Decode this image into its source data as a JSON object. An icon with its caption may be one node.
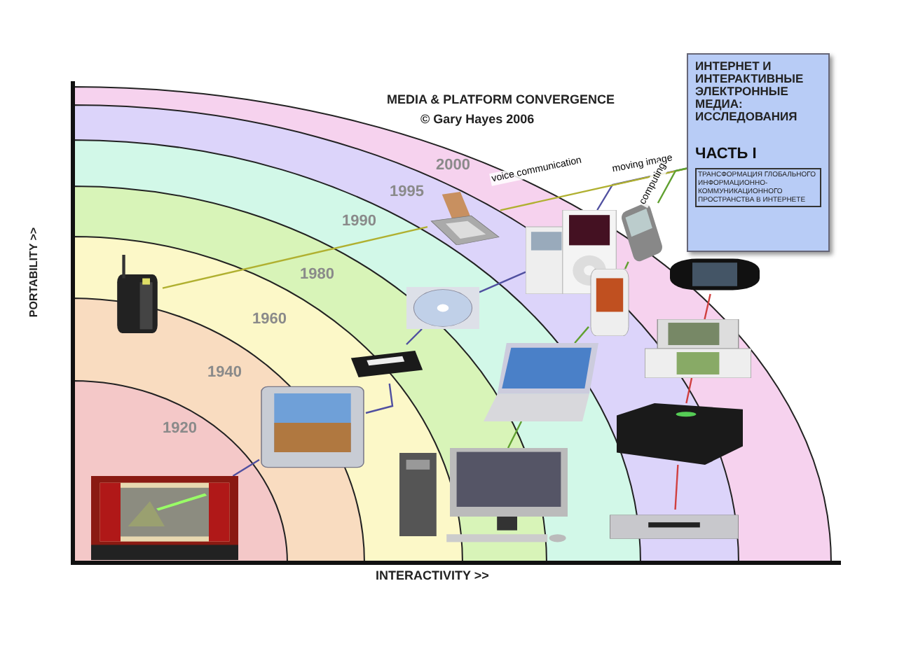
{
  "diagram": {
    "nodes": [
      {
        "text": [],
        "shape": "picture"
      },
      {
        "text": [],
        "shape": "picture"
      },
      {
        "text": [],
        "shape": "picture"
      },
      {
        "text": [],
        "shape": "picture"
      },
      {
        "text": [],
        "shape": "picture"
      },
      {
        "text": [],
        "shape": "picture"
      },
      {
        "text": [],
        "shape": "picture"
      },
      {
        "text": [],
        "shape": "picture"
      },
      {
        "text": [],
        "shape": "picture"
      },
      {
        "text": [],
        "shape": "picture"
      },
      {
        "text": [],
        "shape": "picture"
      },
      {
        "text": [],
        "shape": "picture"
      },
      {
        "text": [],
        "shape": "picture"
      },
      {
        "text": [],
        "shape": "picture"
      },
      {
        "text": [],
        "shape": "picture"
      },
      {
        "text": [
          "ИНТЕРНЕТ И ИНТЕРАКТИВНЫЕ ЭЛЕКТРОННЫЕ МЕДИА: ИССЛЕДОВАНИЯ",
          "ЧАСТЬ I",
          "ТРАНСФОРМАЦИЯ ГЛОБАЛЬНОГО ИНФОРМАЦИОННО-КОММУНИКАЦИОННОГО ПРОСТРАНСТВА В ИНТЕРНЕТЕ"
        ]
      }
    ],
    "edges": [
      {
        "from": 0,
        "to": 1,
        "arrow": "none"
      },
      {
        "from": 1,
        "to": 3,
        "arrow": "none"
      },
      {
        "from": 3,
        "to": 4,
        "arrow": "none"
      },
      {
        "from": 4,
        "to": 8,
        "arrow": "none"
      },
      {
        "from": 8,
        "to": 15,
        "arrow": "none",
        "label": "moving image"
      },
      {
        "from": 2,
        "to": 5,
        "arrow": "none",
        "color": "#b0b030"
      },
      {
        "from": 5,
        "to": 15,
        "arrow": "none",
        "label": "voice communication",
        "color": "#b0b030"
      },
      {
        "from": 6,
        "to": 7,
        "arrow": "none",
        "color": "#60a030"
      },
      {
        "from": 7,
        "to": 9,
        "arrow": "none",
        "color": "#60a030"
      },
      {
        "from": 9,
        "to": 10,
        "arrow": "none",
        "color": "#60a030"
      },
      {
        "from": 10,
        "to": 15,
        "arrow": "none",
        "label": "computing",
        "color": "#60a030"
      },
      {
        "from": 11,
        "to": 12,
        "arrow": "none",
        "color": "#d04040"
      },
      {
        "from": 12,
        "to": 13,
        "arrow": "none",
        "color": "#d04040"
      },
      {
        "from": 13,
        "to": 14,
        "arrow": "none",
        "color": "#d04040"
      }
    ],
    "labels": [
      "MEDIA & PLATFORM CONVERGENCE",
      "© Gary Hayes 2006",
      "2000",
      "1995",
      "1990",
      "1980",
      "1960",
      "1940",
      "1920",
      "PORTABILITY >>",
      "INTERACTIVITY >>"
    ]
  }
}
